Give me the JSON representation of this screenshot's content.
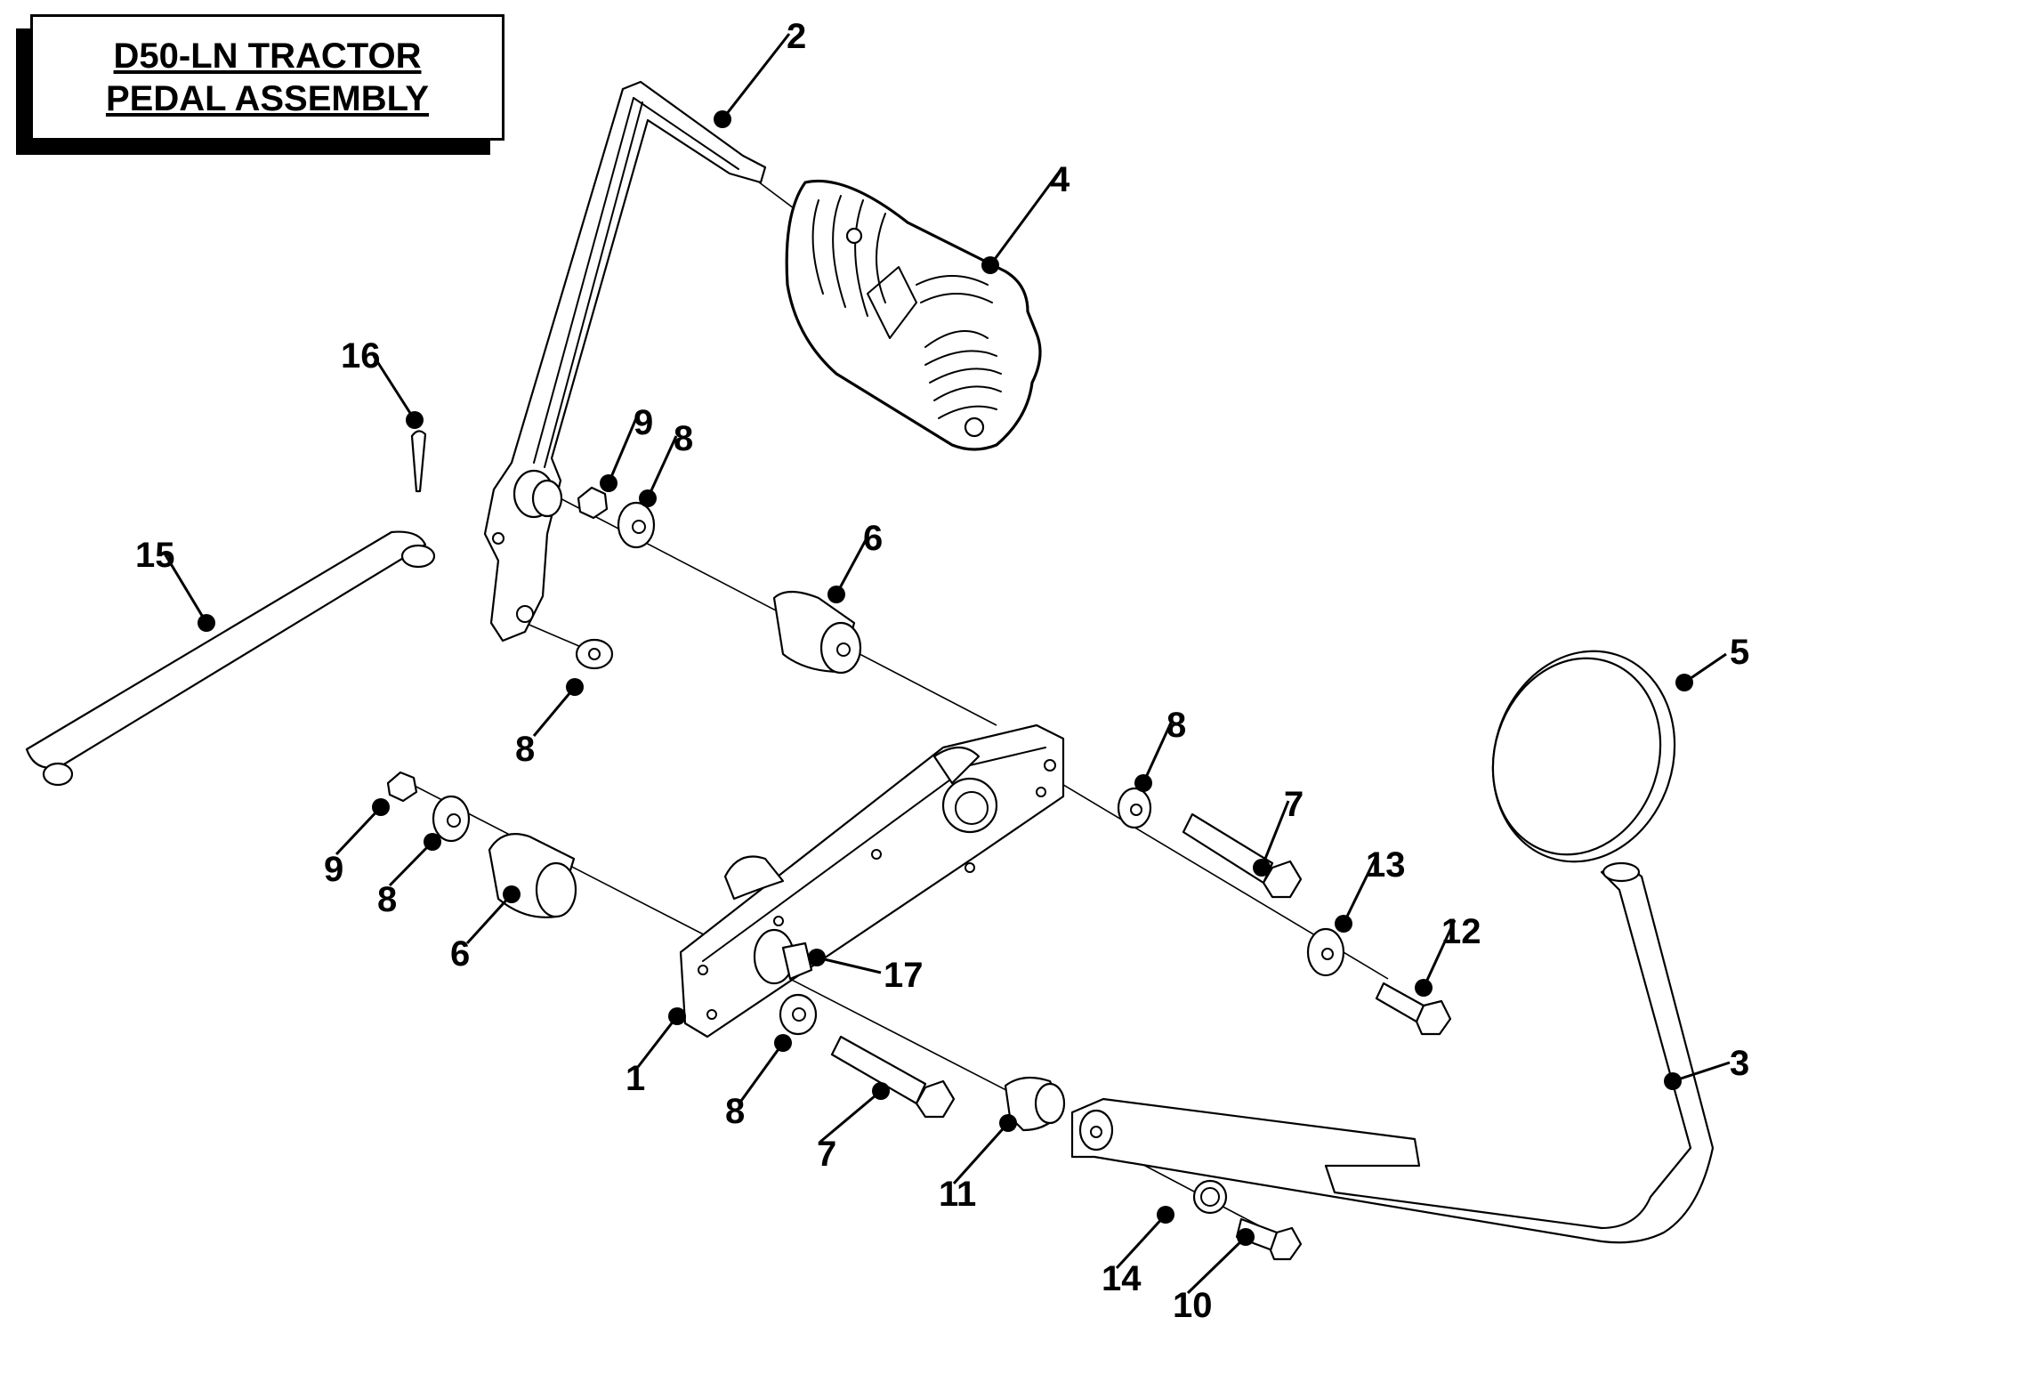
{
  "title": {
    "line1": "D50-LN TRACTOR",
    "line2": "PEDAL ASSEMBLY"
  },
  "callouts": [
    {
      "id": "c1",
      "label": "1"
    },
    {
      "id": "c2",
      "label": "2"
    },
    {
      "id": "c3",
      "label": "3"
    },
    {
      "id": "c4",
      "label": "4"
    },
    {
      "id": "c5",
      "label": "5"
    },
    {
      "id": "c6a",
      "label": "6"
    },
    {
      "id": "c6b",
      "label": "6"
    },
    {
      "id": "c7a",
      "label": "7"
    },
    {
      "id": "c7b",
      "label": "7"
    },
    {
      "id": "c8a",
      "label": "8"
    },
    {
      "id": "c8b",
      "label": "8"
    },
    {
      "id": "c8c",
      "label": "8"
    },
    {
      "id": "c8d",
      "label": "8"
    },
    {
      "id": "c8e",
      "label": "8"
    },
    {
      "id": "c9a",
      "label": "9"
    },
    {
      "id": "c9b",
      "label": "9"
    },
    {
      "id": "c10",
      "label": "10"
    },
    {
      "id": "c11",
      "label": "11"
    },
    {
      "id": "c12",
      "label": "12"
    },
    {
      "id": "c13",
      "label": "13"
    },
    {
      "id": "c14",
      "label": "14"
    },
    {
      "id": "c15",
      "label": "15"
    },
    {
      "id": "c16",
      "label": "16"
    },
    {
      "id": "c17",
      "label": "17"
    }
  ]
}
